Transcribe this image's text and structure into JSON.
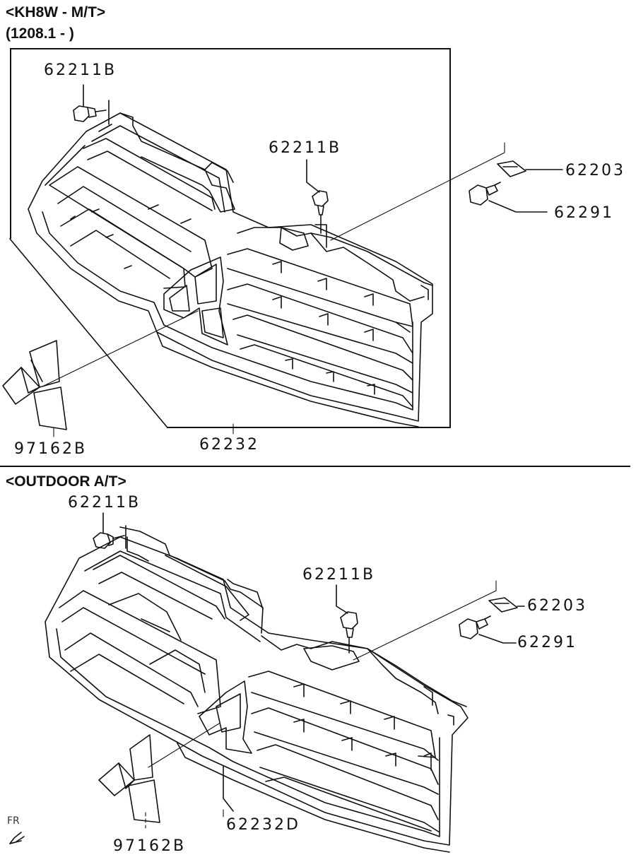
{
  "sections": [
    {
      "header_line1": "<KH8W - M/T>",
      "header_line2": "(1208.1 - )",
      "labels": {
        "clip_left": "62211B",
        "clip_center": "62211B",
        "nut": "62203",
        "bolt": "62291",
        "emblem": "97162B",
        "grille": "62232"
      }
    },
    {
      "header_line1": "<OUTDOOR A/T>",
      "labels": {
        "clip_left": "62211B",
        "clip_center": "62211B",
        "nut": "62203",
        "bolt": "62291",
        "emblem": "97162B",
        "grille": "62232D"
      }
    }
  ],
  "front_marker": "FR"
}
